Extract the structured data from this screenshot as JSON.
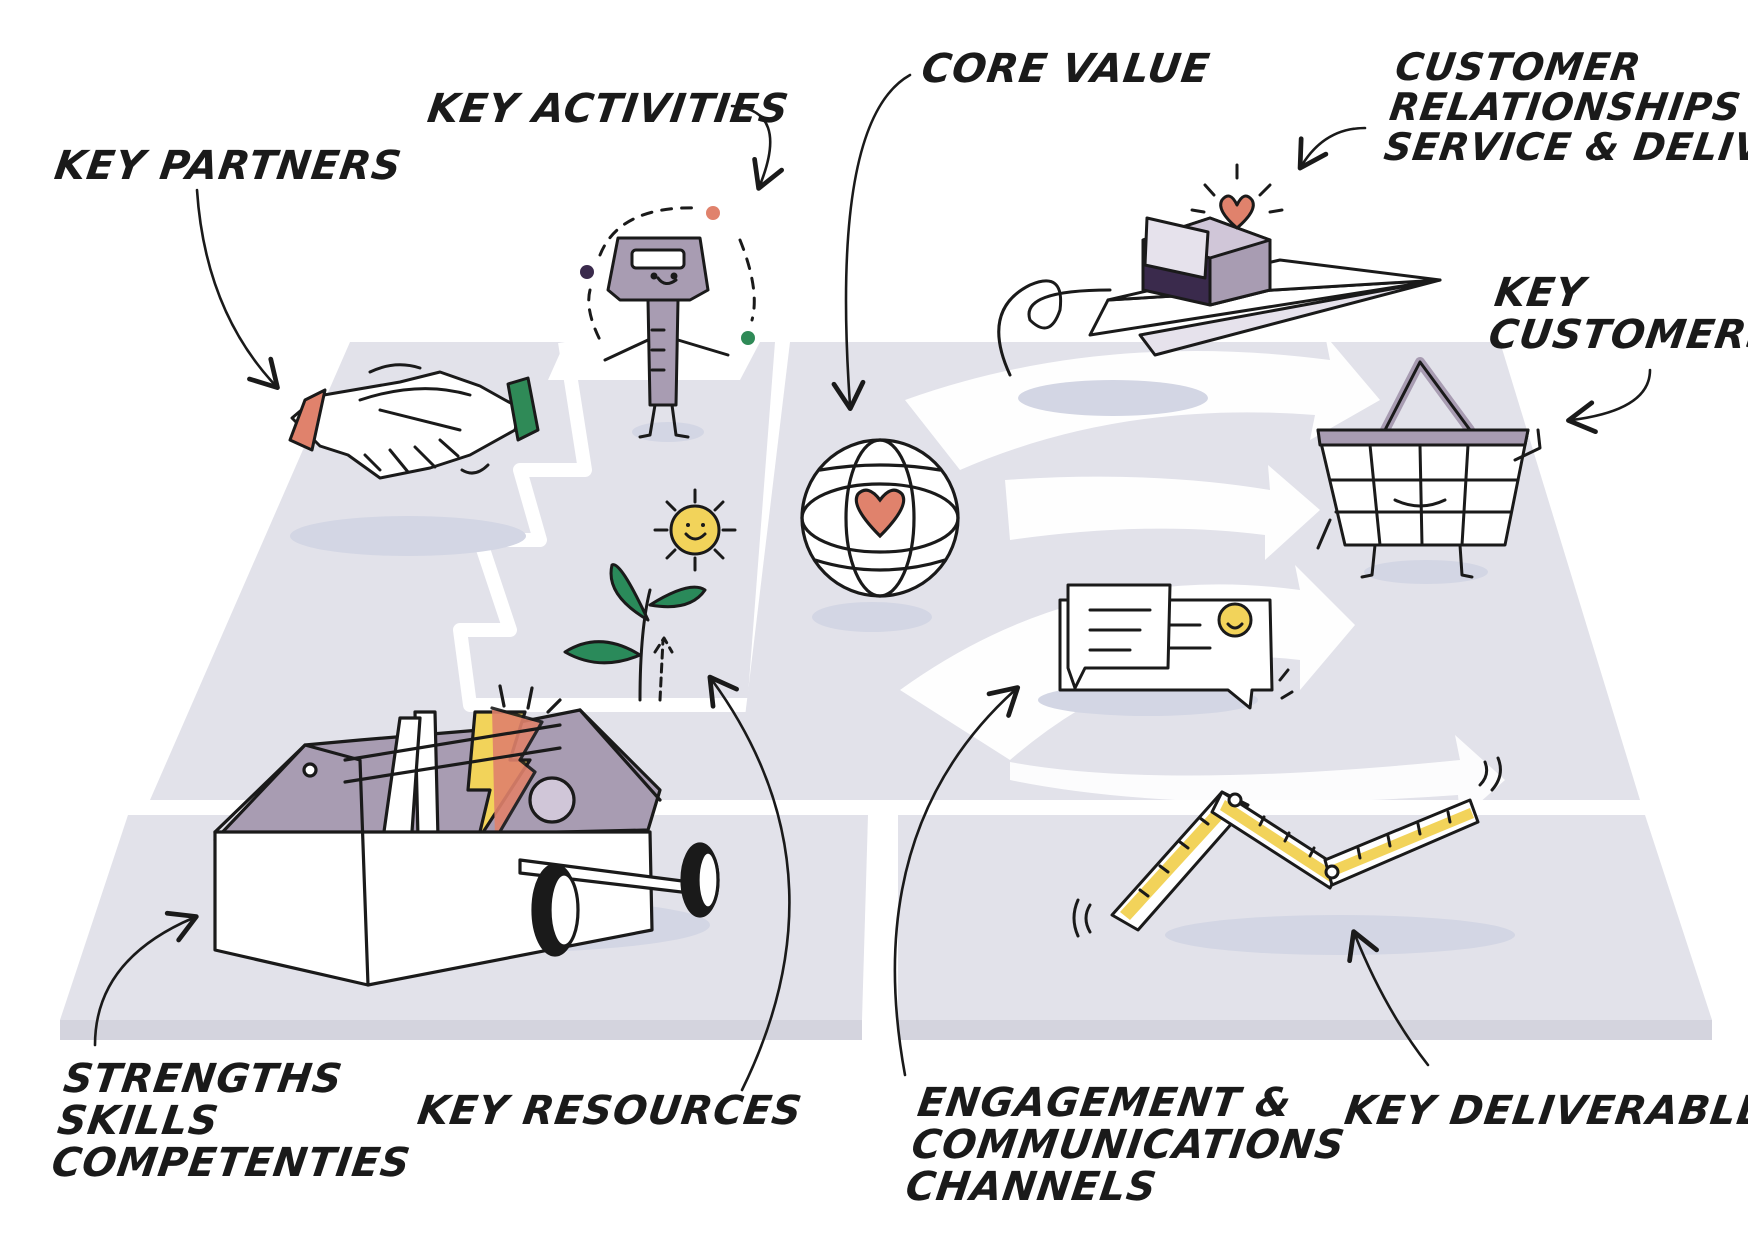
{
  "labels": {
    "key_partners": "KEY PARTNERS",
    "key_activities": "KEY ACTIVITIES",
    "core_value": "CORE VALUE",
    "customer_relationships": [
      "CUSTOMER",
      "RELATIONSHIPS",
      "SERVICE & DELIVERY"
    ],
    "key_customers": [
      "KEY",
      "CUSTOMERS"
    ],
    "strengths": [
      "STRENGTHS",
      "SKILLS",
      "COMPETENTIES"
    ],
    "key_resources": "KEY RESOURCES",
    "engagement": [
      "ENGAGEMENT &",
      "COMMUNICATIONS",
      "CHANNELS"
    ],
    "key_deliverables": "KEY DELIVERABLES"
  },
  "colors": {
    "board": "#e2e2ea",
    "shadow": "#d7d9e5",
    "ink": "#1a1a1a",
    "purple": "#a89cb2",
    "dark_purple": "#3a2a4c",
    "salmon": "#e0826c",
    "green": "#2f8a57",
    "yellow": "#f2d35a",
    "leaf": "#2a8a5a"
  },
  "icons": [
    "handshake-icon",
    "key-character-icon",
    "sprout-icon",
    "sun-icon",
    "toolbox-icon",
    "globe-heart-icon",
    "paper-plane-icon",
    "gift-box-icon",
    "shopping-basket-icon",
    "chat-bubbles-icon",
    "folding-ruler-icon"
  ]
}
